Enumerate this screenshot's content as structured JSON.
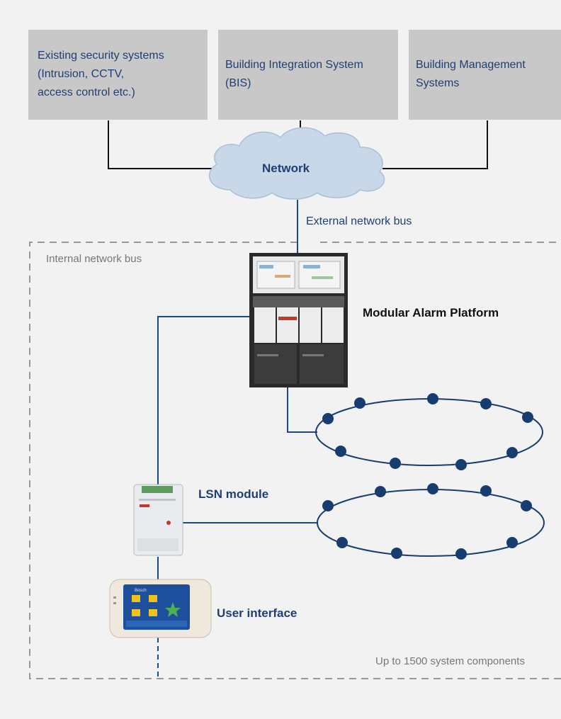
{
  "systems": [
    {
      "lines": [
        "Existing security systems",
        "(Intrusion, CCTV,",
        "access control etc.)"
      ]
    },
    {
      "lines": [
        "Building Integration System",
        "(BIS)"
      ]
    },
    {
      "lines": [
        "Building Management",
        "Systems"
      ]
    }
  ],
  "network_label": "Network",
  "external_bus_label": "External network bus",
  "internal_bus_label": "Internal network bus",
  "components": {
    "map": "Modular Alarm Platform",
    "lsn": "LSN module",
    "ui": "User interface",
    "ui_screen_text": "Bosch"
  },
  "capacity_label": "Up to 1500 system components",
  "colors": {
    "box": "#c8c8c8",
    "text_blue": "#1f3f73",
    "line_blue": "#1b4b82",
    "node_blue": "#173d70",
    "cloud": "#c9d8e8",
    "dashed": "#999999",
    "background": "#f2f2f2"
  }
}
